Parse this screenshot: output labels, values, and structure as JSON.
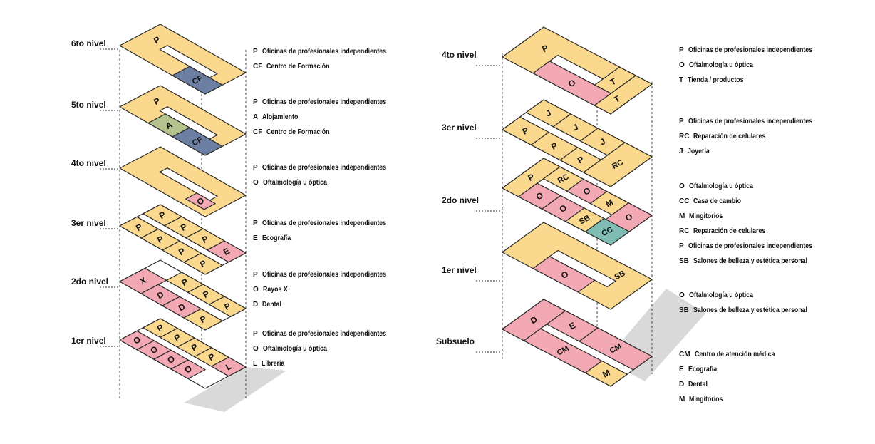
{
  "colors": {
    "P": "#fad88e",
    "O": "#f2a9b4",
    "CF": "#6c7fa3",
    "A": "#b5c48f",
    "CC": "#7fbcb4",
    "stroke": "#2a2a2a",
    "shadow": "#d9d9d9"
  },
  "left": {
    "levels": [
      {
        "label": "6to nivel"
      },
      {
        "label": "5to nivel"
      },
      {
        "label": "4to nivel"
      },
      {
        "label": "3er nivel"
      },
      {
        "label": "2do nivel"
      },
      {
        "label": "1er nivel"
      }
    ],
    "legends": [
      [
        {
          "code": "P",
          "desc": "Oficinas de profesionales independientes"
        },
        {
          "code": "CF",
          "desc": "Centro de Formación"
        }
      ],
      [
        {
          "code": "P",
          "desc": "Oficinas de profesionales independientes"
        },
        {
          "code": "A",
          "desc": "Alojamiento"
        },
        {
          "code": "CF",
          "desc": "Centro de Formación"
        }
      ],
      [
        {
          "code": "P",
          "desc": "Oficinas de profesionales independientes"
        },
        {
          "code": "O",
          "desc": "Oftalmología u óptica"
        }
      ],
      [
        {
          "code": "P",
          "desc": "Oficinas de profesionales independientes"
        },
        {
          "code": "E",
          "desc": "Ecografía"
        }
      ],
      [
        {
          "code": "P",
          "desc": "Oficinas de profesionales independientes"
        },
        {
          "code": "O",
          "desc": "Rayos X"
        },
        {
          "code": "D",
          "desc": "Dental"
        }
      ],
      [
        {
          "code": "P",
          "desc": "Oficinas de profesionales independientes"
        },
        {
          "code": "O",
          "desc": "Oftalmología u óptica"
        },
        {
          "code": "L",
          "desc": "Librería"
        }
      ]
    ],
    "tiles": [
      [
        "P",
        "CF"
      ],
      [
        "P",
        "A",
        "CF"
      ],
      [
        "O"
      ],
      [
        "P",
        "P",
        "P",
        "P",
        "P",
        "P",
        "P",
        "E"
      ],
      [
        "X",
        "P",
        "P",
        "D",
        "D",
        "P",
        "P"
      ],
      [
        "P",
        "P",
        "P",
        "P",
        "O",
        "O",
        "O",
        "L",
        "O"
      ]
    ]
  },
  "right": {
    "levels": [
      {
        "label": "4to nivel"
      },
      {
        "label": "3er nivel"
      },
      {
        "label": "2do nivel"
      },
      {
        "label": "1er nivel"
      },
      {
        "label": "Subsuelo"
      }
    ],
    "legends": [
      [
        {
          "code": "P",
          "desc": "Oficinas de profesionales independientes"
        },
        {
          "code": "O",
          "desc": "Oftalmología u óptica"
        },
        {
          "code": "T",
          "desc": "Tienda / productos"
        }
      ],
      [
        {
          "code": "P",
          "desc": "Oficinas de profesionales independientes"
        },
        {
          "code": "RC",
          "desc": "Reparación de celulares"
        },
        {
          "code": "J",
          "desc": "Joyería"
        }
      ],
      [
        {
          "code": "O",
          "desc": "Oftalmología u óptica"
        },
        {
          "code": "CC",
          "desc": "Casa de cambio"
        },
        {
          "code": "M",
          "desc": "Mingitorios"
        },
        {
          "code": "RC",
          "desc": "Reparación de celulares"
        },
        {
          "code": "P",
          "desc": "Oficinas de profesionales independientes"
        },
        {
          "code": "SB",
          "desc": "Salones de belleza y estética personal"
        }
      ],
      [
        {
          "code": "O",
          "desc": "Oftalmología u óptica"
        },
        {
          "code": "SB",
          "desc": "Salones de belleza y estética personal"
        }
      ],
      [
        {
          "code": "CM",
          "desc": "Centro de atención médica"
        },
        {
          "code": "E",
          "desc": "Ecografía"
        },
        {
          "code": "D",
          "desc": "Dental"
        },
        {
          "code": "M",
          "desc": "Mingitorios"
        }
      ]
    ],
    "tiles": [
      [
        "P",
        "T",
        "T",
        "O"
      ],
      [
        "J",
        "J",
        "J",
        "P",
        "P",
        "P",
        "RC"
      ],
      [
        "RC",
        "O",
        "M",
        "P",
        "O",
        "O",
        "SB",
        "O",
        "CC"
      ],
      [
        "SB",
        "O"
      ],
      [
        "E",
        "D",
        "CM",
        "CM",
        "M"
      ]
    ]
  }
}
